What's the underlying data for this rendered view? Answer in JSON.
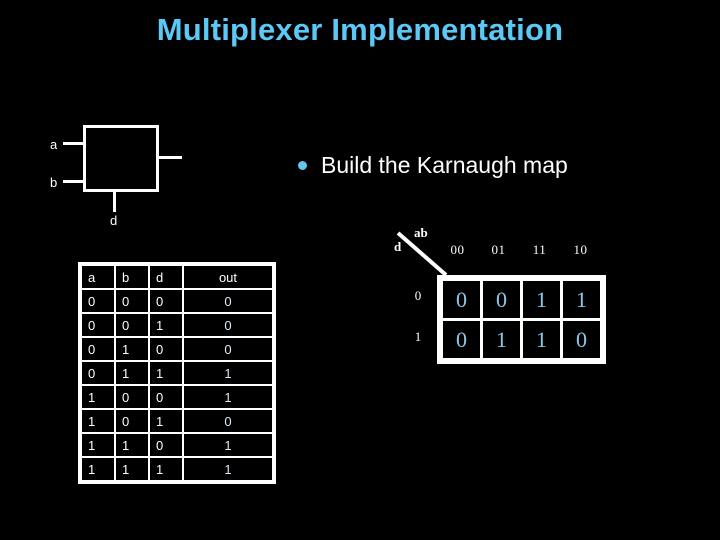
{
  "slide": {
    "title": "Multiplexer Implementation",
    "title_color": "#5cc8f5",
    "background_color": "#000000"
  },
  "bullet": {
    "marker": "bullet-dot",
    "marker_color": "#63c4ef",
    "text": "Build the Karnaugh map"
  },
  "diagram": {
    "name": "multiplexer-block",
    "input_a_label": "a",
    "input_b_label": "b",
    "select_d_label": "d",
    "wire_color": "#ffffff"
  },
  "truth_table": {
    "headers": [
      "a",
      "b",
      "d",
      "out"
    ],
    "rows": [
      [
        "0",
        "0",
        "0",
        "0"
      ],
      [
        "0",
        "0",
        "1",
        "0"
      ],
      [
        "0",
        "1",
        "0",
        "0"
      ],
      [
        "0",
        "1",
        "1",
        "1"
      ],
      [
        "1",
        "0",
        "0",
        "1"
      ],
      [
        "1",
        "0",
        "1",
        "0"
      ],
      [
        "1",
        "1",
        "0",
        "1"
      ],
      [
        "1",
        "1",
        "1",
        "1"
      ]
    ],
    "out_color": "#dce9f5",
    "border_color": "#ffffff"
  },
  "kmap": {
    "col_axis_label": "ab",
    "row_axis_label": "d",
    "col_headers": [
      "00",
      "01",
      "11",
      "10"
    ],
    "row_headers": [
      "0",
      "1"
    ],
    "cells": [
      [
        "0",
        "0",
        "1",
        "1"
      ],
      [
        "0",
        "1",
        "1",
        "0"
      ]
    ],
    "value_color": "#8fc8e8",
    "border_color": "#ffffff"
  }
}
